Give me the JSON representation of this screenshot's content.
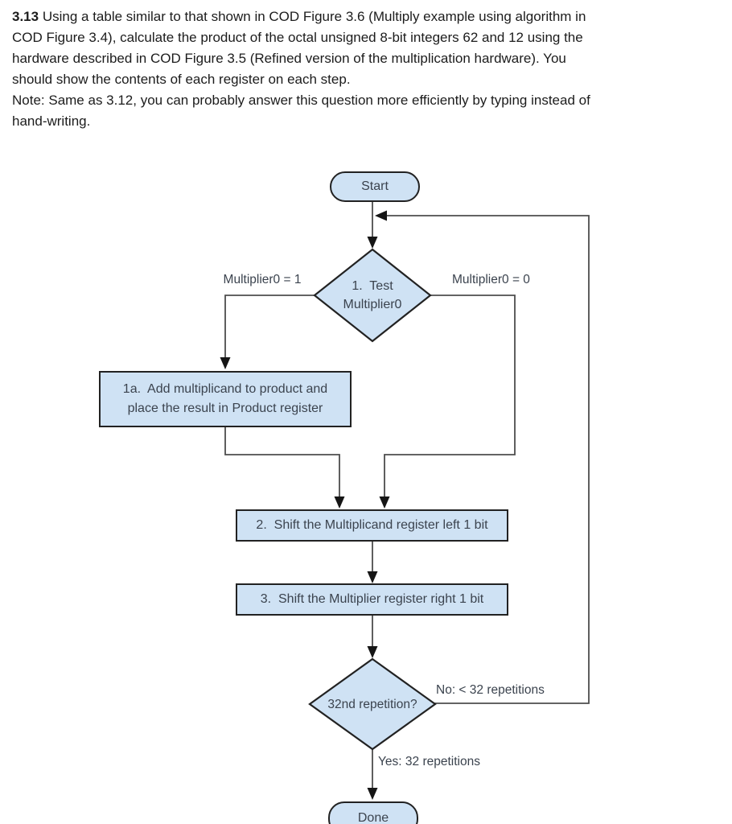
{
  "question": {
    "number": "3.13",
    "lines": [
      "Using a table similar to that shown in COD Figure 3.6 (Multiply example using algorithm in",
      "COD Figure 3.4), calculate the product of the octal unsigned 8-bit integers 62 and 12 using the",
      "hardware described in COD Figure 3.5 (Refined version of the multiplication hardware). You",
      "should show the contents of each register on each step."
    ],
    "note_lines": [
      "Note: Same as 3.12, you can probably answer this question more efficiently by typing instead of",
      "hand-writing."
    ]
  },
  "flowchart": {
    "colors": {
      "node_fill": "#cfe2f4",
      "node_border": "#222222",
      "line": "#4d4d4d",
      "text": "#3b434e"
    },
    "nodes": {
      "start": {
        "label": "Start"
      },
      "test": {
        "line1": "1.  Test",
        "line2": "Multiplier0"
      },
      "add": {
        "line1": "1a.  Add multiplicand to product and",
        "line2": "place the result in Product register"
      },
      "shift_left": {
        "label": "2.  Shift the Multiplicand register left 1 bit"
      },
      "shift_right": {
        "label": "3.  Shift the Multiplier register right 1 bit"
      },
      "repetition": {
        "label": "32nd repetition?"
      },
      "done": {
        "label": "Done"
      }
    },
    "edges": {
      "multiplier_one": "Multiplier0 = 1",
      "multiplier_zero": "Multiplier0 = 0",
      "no": "No: < 32 repetitions",
      "yes": "Yes: 32 repetitions"
    }
  }
}
